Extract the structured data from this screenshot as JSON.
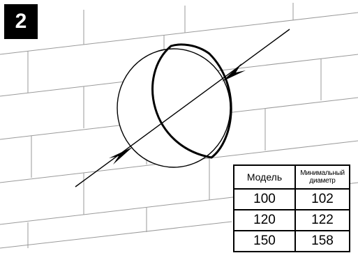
{
  "figure": {
    "number": "2",
    "colors": {
      "line": "#000000",
      "brick_line": "#9a9a9a",
      "background": "#ffffff",
      "badge_bg": "#000000",
      "badge_text": "#ffffff"
    }
  },
  "table": {
    "headers": [
      "Модель",
      "Минимальный",
      "диаметр"
    ],
    "rows": [
      {
        "model": "100",
        "diameter": "102"
      },
      {
        "model": "120",
        "diameter": "122"
      },
      {
        "model": "150",
        "diameter": "158"
      }
    ]
  }
}
